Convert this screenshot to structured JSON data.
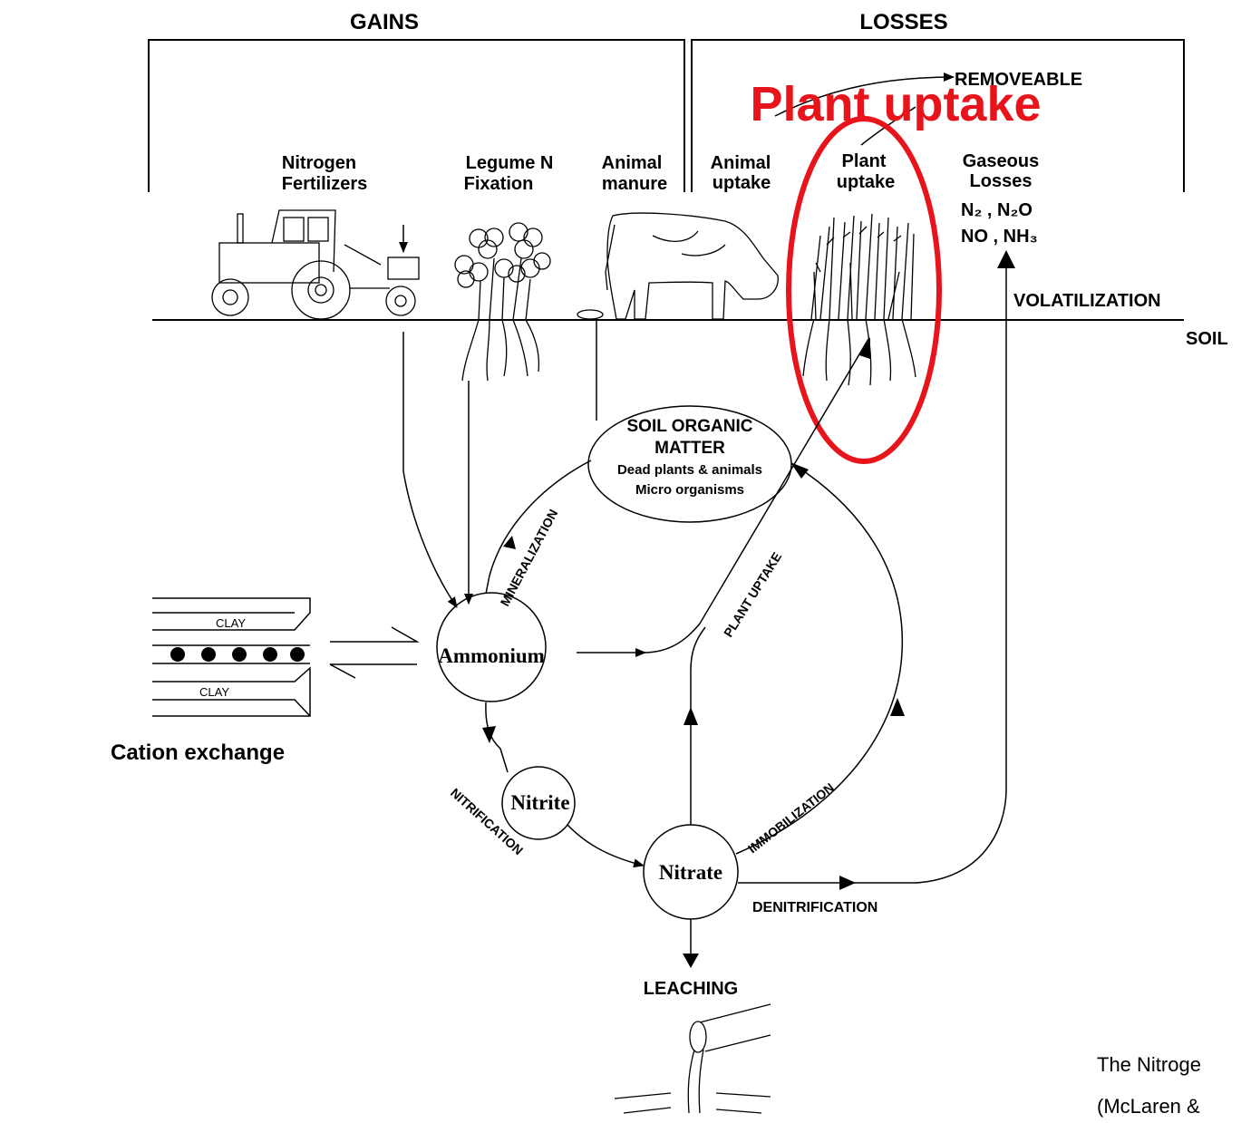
{
  "header": {
    "gains": "GAINS",
    "losses": "LOSSES"
  },
  "gains_sources": {
    "fertilizers_line1": "Nitrogen",
    "fertilizers_line2": "Fertilizers",
    "legume_line1": "Legume N",
    "legume_line2": "Fixation",
    "manure_line1": "Animal",
    "manure_line2": "manure"
  },
  "losses_sinks": {
    "removeable": "REMOVEABLE",
    "animal_uptake_line1": "Animal",
    "animal_uptake_line2": "uptake",
    "plant_uptake_line1": "Plant",
    "plant_uptake_line2": "uptake",
    "gaseous_line1": "Gaseous",
    "gaseous_line2": "Losses",
    "gases_line1": "N₂ , N₂O",
    "gases_line2": "NO , NH₃"
  },
  "highlight": {
    "label": "Plant uptake",
    "color": "#e8141c"
  },
  "soil_labels": {
    "volatilization": "VOLATILIZATION",
    "soil": "SOIL"
  },
  "pools": {
    "som_line1": "SOIL ORGANIC",
    "som_line2": "MATTER",
    "som_line3": "Dead plants & animals",
    "som_line4": "Micro organisms",
    "ammonium": "Ammonium",
    "nitrite": "Nitrite",
    "nitrate": "Nitrate"
  },
  "processes": {
    "mineralization": "MINERALIZATION",
    "plant_uptake": "PLANT UPTAKE",
    "immobilization": "IMMOBILIZATION",
    "nitrification": "NITRIFICATION",
    "denitrification": "DENITRIFICATION",
    "leaching": "LEACHING"
  },
  "clay": {
    "top": "CLAY",
    "bottom": "CLAY",
    "caption": "Cation  exchange"
  },
  "caption": {
    "line1": "The Nitroge",
    "line2": "(McLaren &"
  },
  "icons": [
    "tractor-icon",
    "clover-icon",
    "cow-icon",
    "grass-icon",
    "pipe-icon"
  ]
}
